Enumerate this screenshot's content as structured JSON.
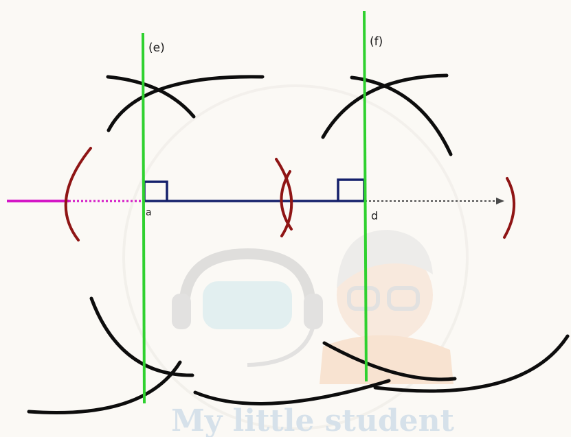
{
  "diagram": {
    "line_labels": {
      "left": "(e)",
      "right": "(f)"
    },
    "point_labels": {
      "left": "a",
      "right": "d"
    }
  },
  "watermark": {
    "text": "My little student"
  },
  "colors": {
    "perpendicular": "#2fd12f",
    "segment": "#14206b",
    "extension_left": "#d416c6",
    "arc_dark": "#0d0d0d",
    "arc_red": "#8f1515",
    "watermark": "#b9cfe2"
  }
}
